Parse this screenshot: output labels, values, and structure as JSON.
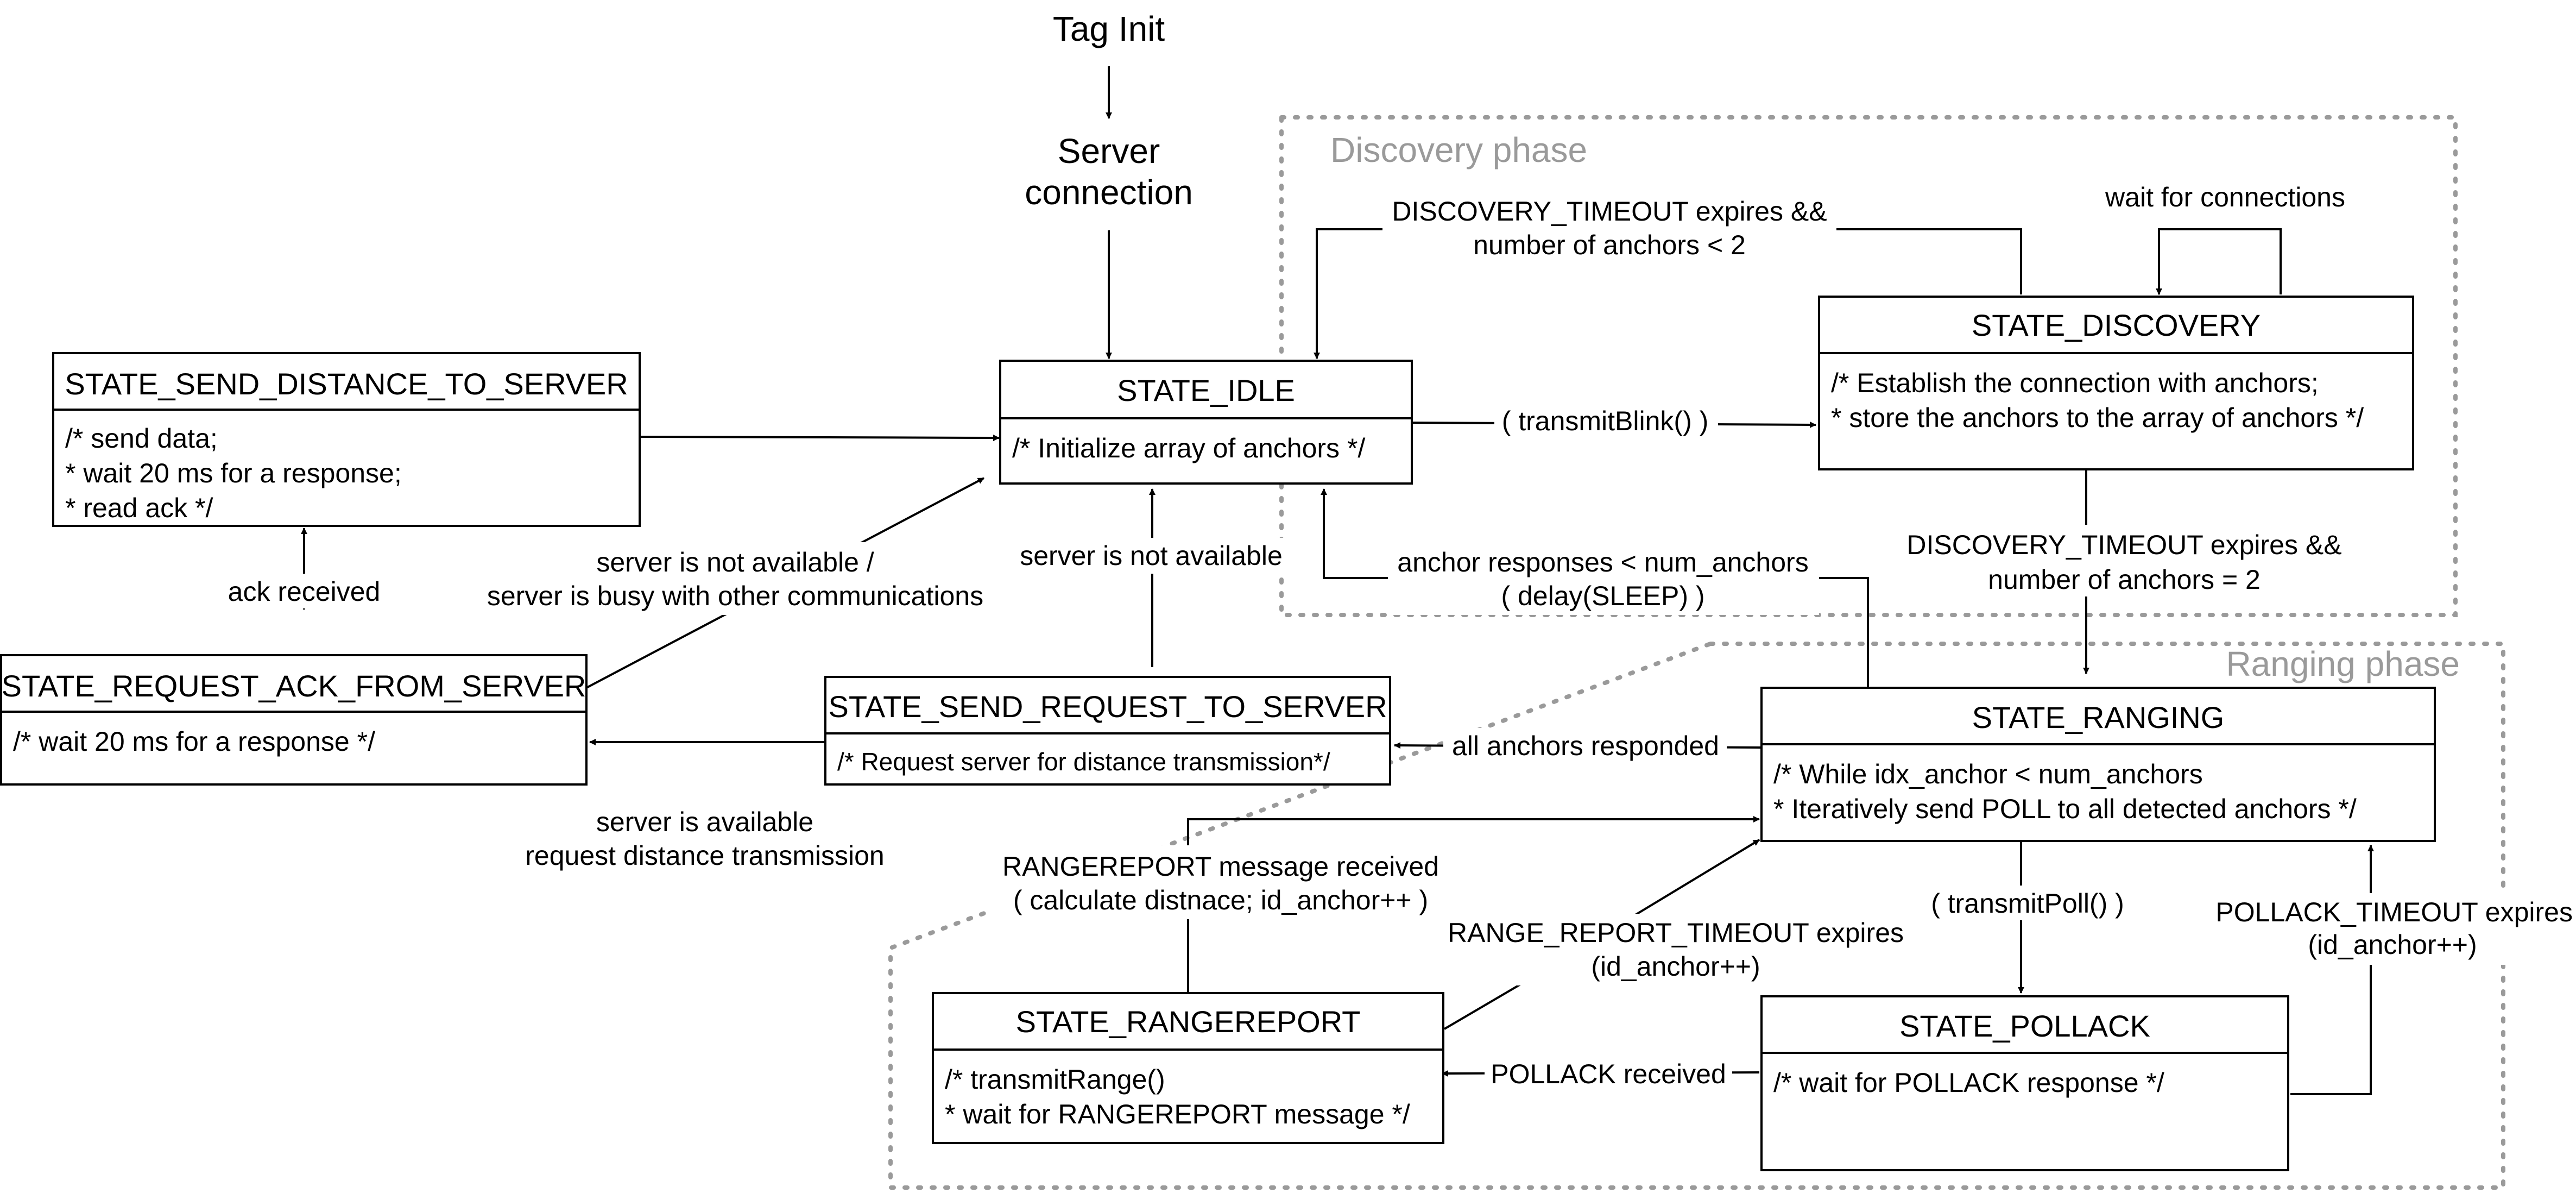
{
  "diagram": {
    "start_label": "Tag Init",
    "server_connection": [
      "Server",
      "connection"
    ],
    "phases": {
      "discovery": "Discovery phase",
      "ranging": "Ranging phase"
    },
    "states": {
      "idle": {
        "title": "STATE_IDLE",
        "body": [
          "/* Initialize array of anchors */"
        ]
      },
      "discovery": {
        "title": "STATE_DISCOVERY",
        "body": [
          "/* Establish the connection with anchors;",
          "* store the anchors to the array of anchors */"
        ]
      },
      "send_distance": {
        "title": "STATE_SEND_DISTANCE_TO_SERVER",
        "body": [
          "/* send data;",
          "* wait 20 ms for a response;",
          "* read ack */"
        ]
      },
      "request_ack": {
        "title": "STATE_REQUEST_ACK_FROM_SERVER",
        "body": [
          "/* wait 20 ms for a response */"
        ]
      },
      "send_request": {
        "title": "STATE_SEND_REQUEST_TO_SERVER",
        "body": [
          "/* Request server for distance transmission*/"
        ]
      },
      "ranging": {
        "title": "STATE_RANGING",
        "body": [
          "/* While idx_anchor < num_anchors",
          "* Iteratively send POLL to all detected anchors */"
        ]
      },
      "rangereport": {
        "title": "STATE_RANGEREPORT",
        "body": [
          "/* transmitRange()",
          "* wait for RANGEREPORT message */"
        ]
      },
      "pollack": {
        "title": "STATE_POLLACK",
        "body": [
          "/* wait for POLLACK response */"
        ]
      }
    },
    "transitions": {
      "transmit_blink": "( transmitBlink() )",
      "discovery_timeout_lt": [
        "DISCOVERY_TIMEOUT expires &&",
        "number of anchors < 2"
      ],
      "wait_connections": "wait for connections",
      "discovery_timeout_eq": [
        "DISCOVERY_TIMEOUT expires &&",
        "number of anchors = 2"
      ],
      "anchor_responses": [
        "anchor responses < num_anchors",
        "( delay(SLEEP) )"
      ],
      "server_not_available": "server is not available",
      "server_not_available_busy": [
        "server is not available /",
        "server is busy with other communications"
      ],
      "ack_received": "ack received",
      "server_available": [
        "server is available",
        "request distance transmission"
      ],
      "all_anchors_responded": "all anchors responded",
      "rangereport_received": [
        "RANGEREPORT message received",
        "( calculate distnace; id_anchor++ )"
      ],
      "range_report_timeout": [
        "RANGE_REPORT_TIMEOUT expires",
        "(id_anchor++)"
      ],
      "transmit_poll": "( transmitPoll() )",
      "pollack_timeout": [
        "POLLACK_TIMEOUT expires",
        "(id_anchor++)"
      ],
      "pollack_received": "POLLACK received"
    }
  }
}
